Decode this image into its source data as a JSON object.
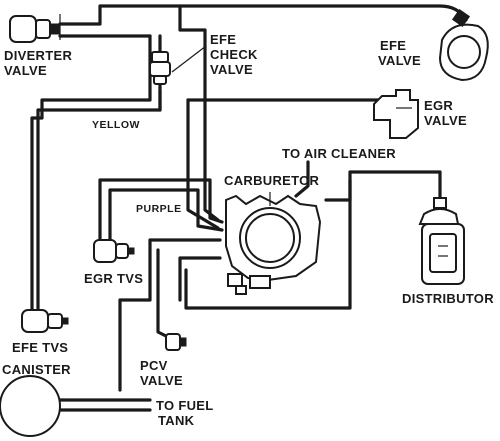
{
  "labels": {
    "diverter_valve_1": "DIVERTER",
    "diverter_valve_2": "VALVE",
    "efe_check_valve_1": "EFE",
    "efe_check_valve_2": "CHECK",
    "efe_check_valve_3": "VALVE",
    "efe_valve_1": "EFE",
    "efe_valve_2": "VALVE",
    "egr_valve_1": "EGR",
    "egr_valve_2": "VALVE",
    "to_air_cleaner": "TO AIR CLEANER",
    "carburetor": "CARBURETOR",
    "egr_tvs": "EGR TVS",
    "distributor": "DISTRIBUTOR",
    "efe_tvs": "EFE TVS",
    "pcv_valve_1": "PCV",
    "pcv_valve_2": "VALVE",
    "canister": "CANISTER",
    "to_fuel_tank_1": "TO FUEL",
    "to_fuel_tank_2": "TANK"
  },
  "hose_colors": {
    "yellow": "YELLOW",
    "purple": "PURPLE"
  }
}
